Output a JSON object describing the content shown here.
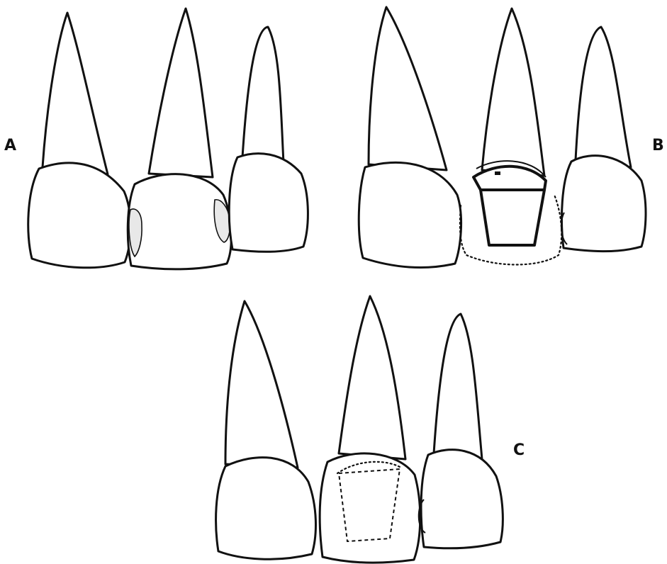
{
  "panels": [
    {
      "id": "A",
      "label": "A"
    },
    {
      "id": "B",
      "label": "B"
    },
    {
      "id": "C",
      "label": "C"
    }
  ]
}
